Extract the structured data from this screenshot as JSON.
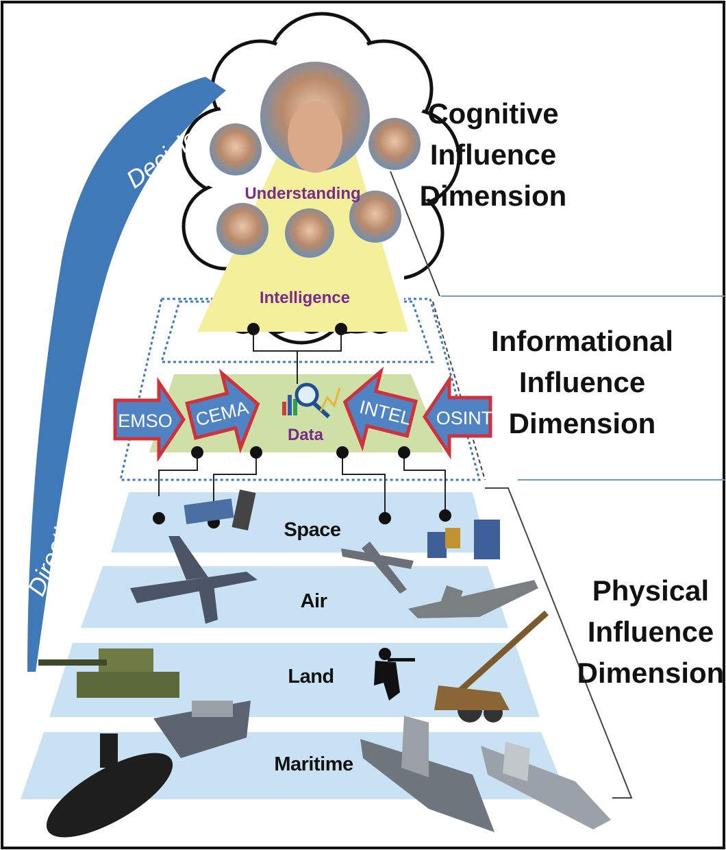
{
  "dimensions": {
    "cognitive": [
      "Cognitive",
      "Influence",
      "Dimension"
    ],
    "informational": [
      "Informational",
      "Influence",
      "Dimension"
    ],
    "physical": [
      "Physical",
      "Influence",
      "Dimension"
    ]
  },
  "cognitive_labels": {
    "understanding": "Understanding",
    "intelligence": "Intelligence"
  },
  "data_label": "Data",
  "arrows": {
    "emso": "EMSO",
    "cema": "CEMA",
    "intel": "INTEL",
    "osint": "OSINT"
  },
  "layers": {
    "space": "Space",
    "air": "Air",
    "land": "Land",
    "maritime": "Maritime"
  },
  "flow": {
    "decisions": "Decisions",
    "direction": "Direction"
  },
  "colors": {
    "flow_blue": "#3f79b8",
    "layer_blue": "#c8e2f3",
    "info_green": "#cfe0a6",
    "cognitive_yellow": "#f4ef9a",
    "arrow_fill": "#4f83c4",
    "arrow_border": "#d0313b",
    "label_purple": "#7a2a8a"
  }
}
